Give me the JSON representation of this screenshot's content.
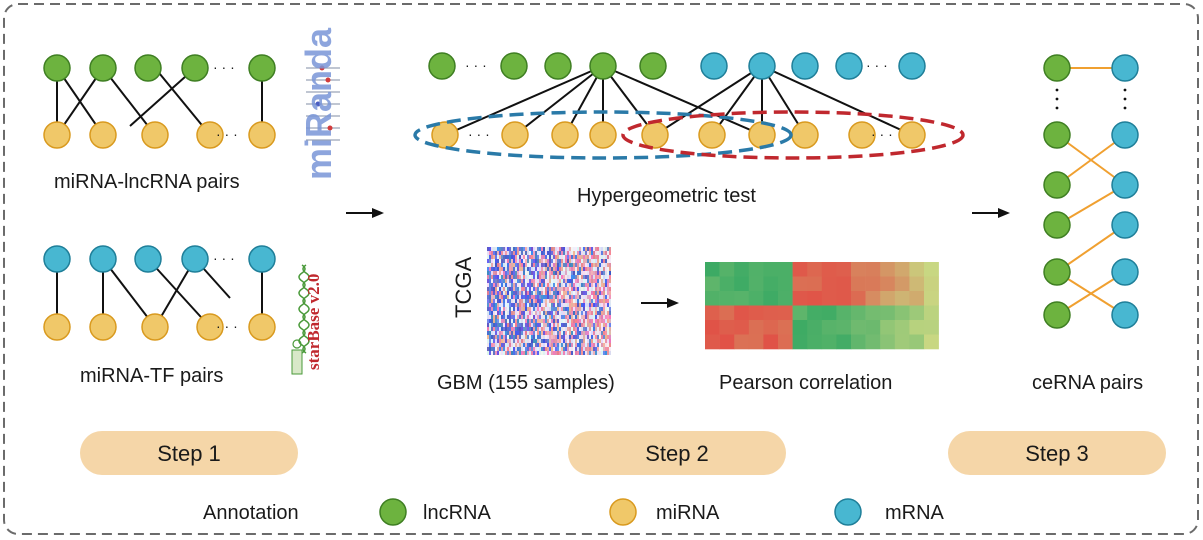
{
  "step1": {
    "label": "Step 1",
    "mirna_lncrna_label": "miRNA-lncRNA pairs",
    "mirna_tf_label": "miRNA-TF pairs",
    "miranda_logo_text": "miRanda",
    "starbase_logo_text": "starBase v2.0",
    "ellipsis": "· · ·"
  },
  "step2": {
    "label": "Step 2",
    "hypergeometric_label": "Hypergeometric test",
    "tcga_label": "TCGA",
    "gbm_label": "GBM (155 samples)",
    "pearson_label": "Pearson correlation",
    "ellipsis": "· · ·"
  },
  "step3": {
    "label": "Step 3",
    "cerna_label": "ceRNA pairs"
  },
  "annotation": {
    "title": "Annotation",
    "items": [
      {
        "label": "lncRNA",
        "color": "#6db33f"
      },
      {
        "label": "miRNA",
        "color": "#f0c869"
      },
      {
        "label": "mRNA",
        "color": "#48b7d1"
      }
    ]
  },
  "colors": {
    "lncrna": "#6db33f",
    "mirna": "#f0c869",
    "mrna": "#48b7d1",
    "step_bg": "#f5d6a8",
    "blue_ellipse": "#2a7aa8",
    "red_ellipse": "#c0282e",
    "cerna_link": "#f0a030"
  }
}
